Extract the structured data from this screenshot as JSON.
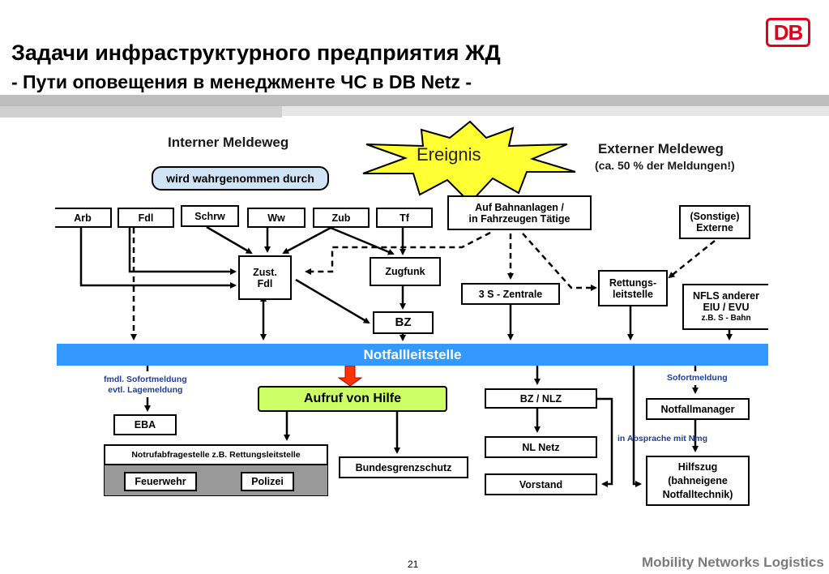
{
  "header": {
    "title": "Задачи инфраструктурного предприятия ЖД",
    "subtitle": "- Пути оповещения в менеджменте ЧС в DB Netz -",
    "logo": "DB"
  },
  "footer": {
    "page": "21",
    "brand": "Mobility Networks Logistics"
  },
  "colors": {
    "notfall_bar": "#3399ff",
    "aufruf_fill": "#ccff66",
    "pill_fill": "#cfe5f7",
    "burst_fill": "#ffff33",
    "label_blue": "#1f3d9e",
    "logo_red": "#e2001a"
  },
  "diagram": {
    "intern_title": "Interner Meldeweg",
    "intern_pill": "wird wahrgenommen durch",
    "event": "Ereignis",
    "extern_title": "Externer Meldeweg",
    "extern_sub": "(ca. 50 % der Meldungen!)",
    "top_boxes": {
      "arb": "Arb",
      "fdl": "Fdl",
      "schrw": "Schrw",
      "ww": "Ww",
      "zub": "Zub",
      "tf": "Tf"
    },
    "bahnanlagen": [
      "Auf Bahnanlagen /",
      "in Fahrzeugen Tätige"
    ],
    "sonstige": [
      "(Sonstige)",
      "Externe"
    ],
    "zust_fdl": [
      "Zust.",
      "Fdl"
    ],
    "zugfunk": "Zugfunk",
    "bz": "BZ",
    "s3": "3 S - Zentrale",
    "rettung": [
      "Rettungs-",
      "leitstelle"
    ],
    "nfls": [
      "NFLS anderer",
      "EIU / EVU",
      "z.B. S - Bahn"
    ],
    "notfall": "Notfallleitstelle",
    "fmdl": [
      "fmdl. Sofortmeldung",
      "evtl. Lagemeldung"
    ],
    "eba": "EBA",
    "aufruf": "Aufruf von Hilfe",
    "notruf": "Notrufabfragestelle z.B. Rettungsleitstelle",
    "feuerwehr": "Feuerwehr",
    "polizei": "Polizei",
    "bgs": "Bundesgrenzschutz",
    "bz_nlz": "BZ / NLZ",
    "nl_netz": "NL Netz",
    "vorstand": "Vorstand",
    "sofort": "Sofortmeldung",
    "notfallmanager": "Notfallmanager",
    "absprache": "in Absprache mit Nmg",
    "hilfszug": [
      "Hilfszug",
      "(bahneigene",
      "Notfalltechnik)"
    ]
  }
}
